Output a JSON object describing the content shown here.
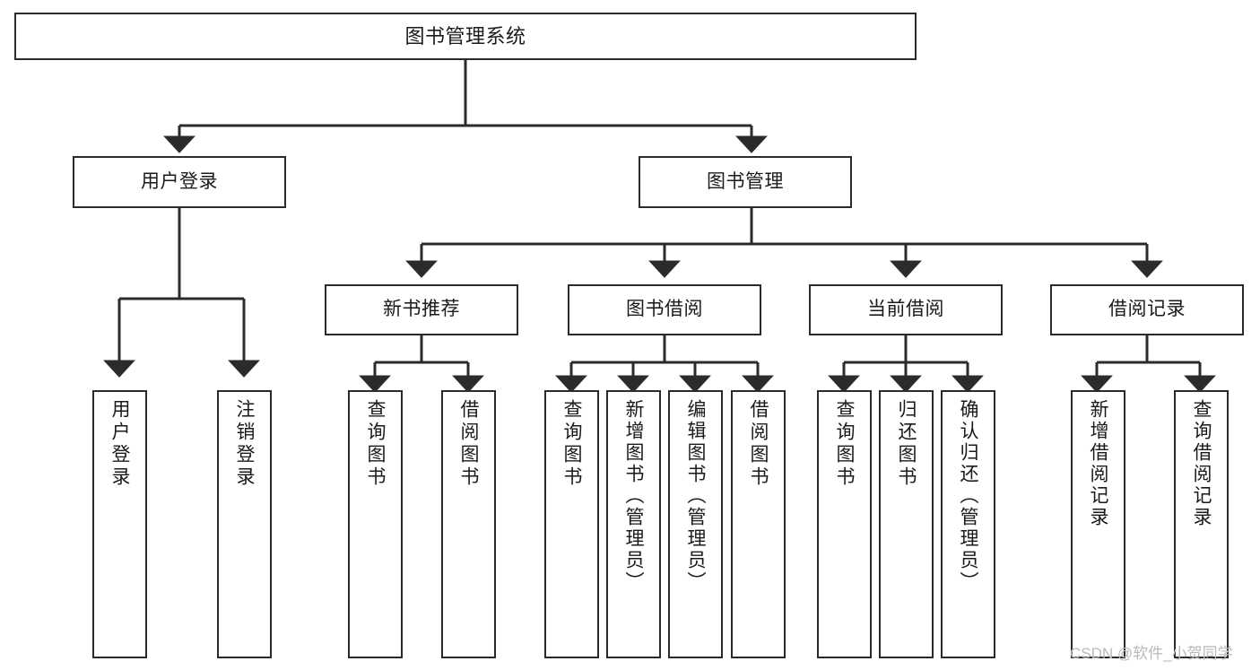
{
  "diagram": {
    "title": "图书管理系统",
    "type": "tree-hierarchy",
    "watermark": "CSDN @软件_小贺同学",
    "colors": {
      "stroke": "#2b2b2b",
      "fill": "#ffffff",
      "text": "#1a1a1a",
      "watermark": "#b9b9b9"
    },
    "nodes": {
      "root": {
        "label": "图书管理系统"
      },
      "level2": [
        {
          "id": "user-login",
          "label": "用户登录"
        },
        {
          "id": "book-manage",
          "label": "图书管理"
        }
      ],
      "level3": [
        {
          "id": "new-book-rec",
          "label": "新书推荐"
        },
        {
          "id": "book-borrow",
          "label": "图书借阅"
        },
        {
          "id": "current-borrow",
          "label": "当前借阅"
        },
        {
          "id": "borrow-record",
          "label": "借阅记录"
        }
      ],
      "leaves": {
        "user_login": [
          {
            "id": "leaf-user-login",
            "label": "用户登录"
          },
          {
            "id": "leaf-logout-login",
            "label": "注销登录"
          }
        ],
        "new_book_rec": [
          {
            "id": "leaf-query-book-1",
            "label": "查询图书"
          },
          {
            "id": "leaf-borrow-book-1",
            "label": "借阅图书"
          }
        ],
        "book_borrow": [
          {
            "id": "leaf-query-book-2",
            "label": "查询图书"
          },
          {
            "id": "leaf-add-book",
            "label": "新增图书（管理员）"
          },
          {
            "id": "leaf-edit-book",
            "label": "编辑图书（管理员）"
          },
          {
            "id": "leaf-borrow-book-2",
            "label": "借阅图书"
          }
        ],
        "current_borrow": [
          {
            "id": "leaf-query-book-3",
            "label": "查询图书"
          },
          {
            "id": "leaf-return-book",
            "label": "归还图书"
          },
          {
            "id": "leaf-confirm-return",
            "label": "确认归还（管理员）"
          }
        ],
        "borrow_record": [
          {
            "id": "leaf-add-record",
            "label": "新增借阅记录"
          },
          {
            "id": "leaf-query-record",
            "label": "查询借阅记录"
          }
        ]
      }
    }
  }
}
